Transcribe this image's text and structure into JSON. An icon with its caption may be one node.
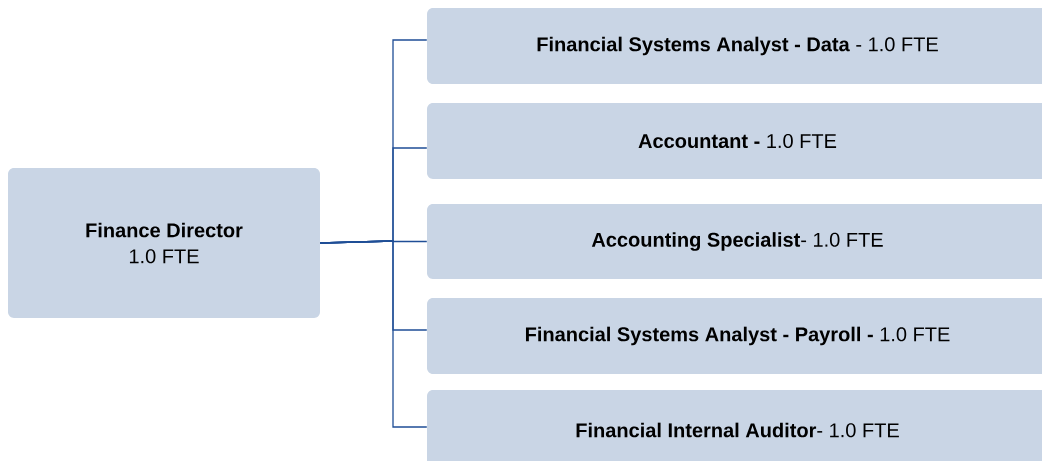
{
  "diagram": {
    "nodes": [
      {
        "text": [
          "Finance Director",
          "1.0 FTE"
        ]
      },
      {
        "text": [
          "**Financial Systems Analyst - Data** - 1.0 FTE"
        ]
      },
      {
        "text": [
          "**Accountant -** 1.0 FTE"
        ]
      },
      {
        "text": [
          "**Accounting Specialist**- 1.0 FTE"
        ]
      },
      {
        "text": [
          "**Financial Systems Analyst - Payroll -**  1.0 FTE"
        ]
      },
      {
        "text": [
          "**Financial Internal Auditor**- 1.0 FTE"
        ]
      }
    ],
    "edges": [
      {
        "from": 0,
        "to": 1,
        "arrow": "none"
      },
      {
        "from": 0,
        "to": 2,
        "arrow": "none"
      },
      {
        "from": 0,
        "to": 3,
        "arrow": "none"
      },
      {
        "from": 0,
        "to": 4,
        "arrow": "none"
      },
      {
        "from": 0,
        "to": 5,
        "arrow": "none"
      }
    ]
  }
}
